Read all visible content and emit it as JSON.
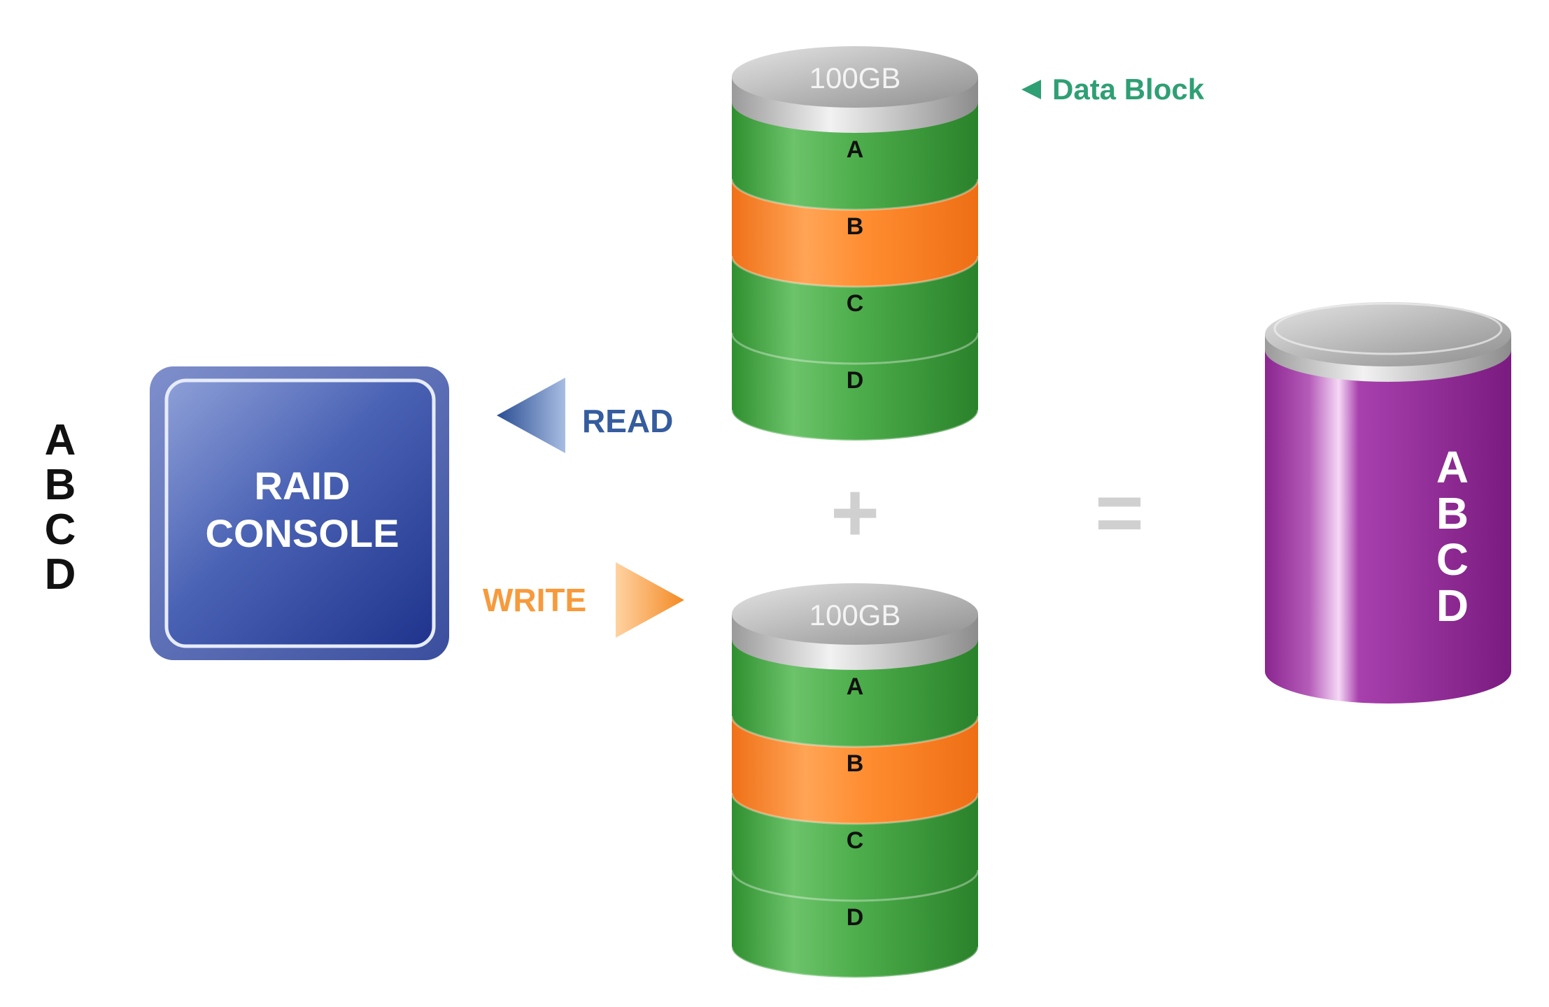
{
  "source_letters": [
    "A",
    "B",
    "C",
    "D"
  ],
  "console": {
    "line1": "RAID",
    "line2": "CONSOLE"
  },
  "read_label": "READ",
  "write_label": "WRITE",
  "data_block_label": "Data Block",
  "plus_symbol": "+",
  "equals_symbol": "=",
  "disks": [
    {
      "capacity": "100GB",
      "blocks": [
        "A",
        "B",
        "C",
        "D"
      ]
    },
    {
      "capacity": "100GB",
      "blocks": [
        "A",
        "B",
        "C",
        "D"
      ]
    }
  ],
  "result_letters": [
    "A",
    "B",
    "C",
    "D"
  ],
  "colors": {
    "green": "#48a948",
    "orange": "#ff8c2a",
    "purple": "#8a2290",
    "console_blue": "#2f449a",
    "read_blue": "#355c9e",
    "write_orange": "#f79a3c",
    "label_green": "#2f9f74",
    "symbol_gray": "#d0d0d0"
  }
}
